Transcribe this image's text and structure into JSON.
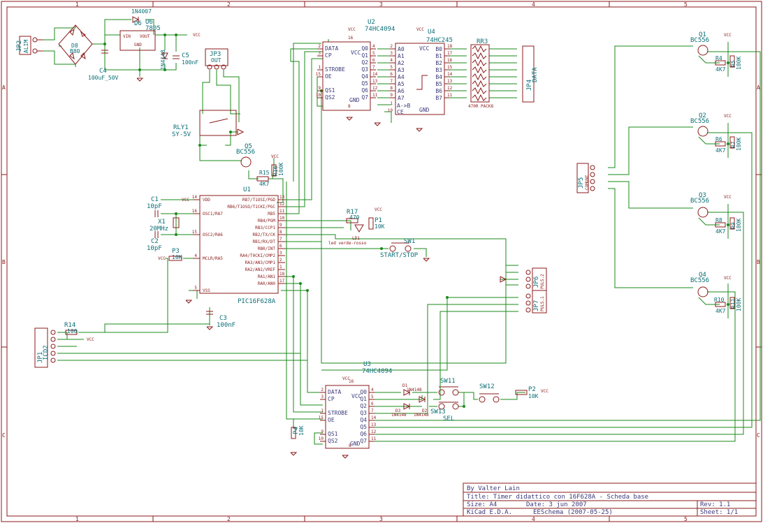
{
  "grid": {
    "top": [
      "1",
      "2",
      "3",
      "4",
      "5"
    ],
    "bottom": [
      "1",
      "2",
      "3",
      "4",
      "5"
    ],
    "left": [
      "A",
      "B",
      "C"
    ],
    "right": [
      "A",
      "B",
      "C"
    ]
  },
  "title_block": {
    "author": "By Valter Lain",
    "title": "Title: Timer didattico con 16F628A - Scheda base",
    "size": "Size: A4",
    "date": "Date: 3 jun 2007",
    "rev": "Rev: 1.1",
    "tool": "KiCad E.D.A.",
    "version": "EESchema (2007-05-25)",
    "sheet": "Sheet: 1/1"
  },
  "components": {
    "U1": {
      "ref": "U1",
      "value": "PIC16F628A",
      "left_pins": [
        [
          "16",
          "OSC1/RA7"
        ],
        [
          "15",
          "OSC2/RA6"
        ],
        [
          "4",
          "MCLR/RA5"
        ],
        [
          "14",
          "VDD"
        ],
        [
          "5",
          "VSS"
        ]
      ],
      "right_pins": [
        [
          "13",
          "RB7/T1OSI/PGD"
        ],
        [
          "12",
          "RB6/T1OSO/T1CKI/PGC"
        ],
        [
          "11",
          "RB5"
        ],
        [
          "10",
          "RB4/PGM"
        ],
        [
          "9",
          "RB3/CCP1"
        ],
        [
          "8",
          "RB2/TX/CK"
        ],
        [
          "7",
          "RB1/RX/DT"
        ],
        [
          "6",
          "RB0/INT"
        ],
        [
          "3",
          "RA4/T0CKI/CMP2"
        ],
        [
          "2",
          "RA3/AN3/CMP1"
        ],
        [
          "1",
          "RA2/AN2/VREF"
        ],
        [
          "18",
          "RA1/AN1"
        ],
        [
          "17",
          "RA0/AN0"
        ]
      ]
    },
    "U2": {
      "ref": "U2",
      "value": "74HC4094",
      "left": [
        "DATA",
        "CP",
        "STROBE",
        "OE",
        "QS1",
        "QS2"
      ],
      "left_nums": [
        "2",
        "3",
        "1",
        "15",
        "9",
        "10"
      ],
      "right": [
        "Q0",
        "Q1",
        "Q2",
        "Q3",
        "Q4",
        "Q5",
        "Q6",
        "Q7"
      ],
      "right_nums": [
        "4",
        "5",
        "6",
        "7",
        "14",
        "13",
        "12",
        "11"
      ],
      "vcc": "VCC",
      "gnd": "GND",
      "vcc_pin": "16",
      "gnd_pin": "8"
    },
    "U3": {
      "ref": "U3",
      "value": "74HC4094",
      "left": [
        "DATA",
        "CP",
        "STROBE",
        "OE",
        "QS1",
        "QS2"
      ],
      "left_nums": [
        "2",
        "3",
        "1",
        "15",
        "9",
        "10"
      ],
      "right": [
        "Q0",
        "Q1",
        "Q2",
        "Q3",
        "Q4",
        "Q5",
        "Q6",
        "Q7"
      ],
      "right_nums": [
        "4",
        "5",
        "6",
        "7",
        "14",
        "13",
        "12",
        "11"
      ],
      "vcc": "VCC",
      "gnd": "GND",
      "vcc_pin": "16",
      "gnd_pin": "8"
    },
    "U4": {
      "ref": "U4",
      "value": "74HC245",
      "left": [
        "A0",
        "A1",
        "A2",
        "A3",
        "A4",
        "A5",
        "A6",
        "A7"
      ],
      "right": [
        "B0",
        "B1",
        "B2",
        "B3",
        "B4",
        "B5",
        "B6",
        "B7"
      ],
      "left_nums": [
        "2",
        "3",
        "4",
        "5",
        "6",
        "7",
        "8",
        "9"
      ],
      "right_nums": [
        "18",
        "17",
        "16",
        "15",
        "14",
        "13",
        "12",
        "11"
      ],
      "dir": "A->B",
      "ce": "CE",
      "vcc": "VCC",
      "gnd": "GND",
      "dir_pin": "1",
      "ce_pin": "19"
    },
    "U6": {
      "ref": "U6",
      "value": "7805",
      "in_label": "VIN",
      "out_label": "VOUT",
      "gnd_label": "GND"
    },
    "D6": {
      "ref": "D6",
      "value": "1N4007"
    },
    "D5": {
      "ref": "D5",
      "value": "1N4148"
    },
    "BRIDGE": {
      "ref": "D8",
      "value": "B80"
    },
    "C4": {
      "ref": "C4",
      "value": "100uF_50V"
    },
    "C5": {
      "ref": "C5",
      "value": "100nF"
    },
    "C1": {
      "ref": "C1",
      "value": "10pF"
    },
    "C2": {
      "ref": "C2",
      "value": "10pF"
    },
    "C3": {
      "ref": "C3",
      "value": "100nF"
    },
    "X1": {
      "ref": "X1",
      "value": "20MHz"
    },
    "RLY1": {
      "ref": "RLY1",
      "value": "SY-5V"
    },
    "JP2": {
      "ref": "JP2",
      "value": "ALIM"
    },
    "JP3": {
      "ref": "JP3",
      "value": "OUT"
    },
    "JP4": {
      "ref": "JP4",
      "value": "DATA"
    },
    "JP5": {
      "ref": "JP5",
      "value": "COMUNI"
    },
    "JP6": {
      "ref": "JP6",
      "value": "PULS.2"
    },
    "JP7": {
      "ref": "JP7",
      "value": "PULS.1"
    },
    "JP1": {
      "ref": "JP1",
      "value": "ICD2"
    },
    "RR3": {
      "ref": "RR3",
      "value": "470R PACK8"
    },
    "Q5": {
      "ref": "Q5",
      "value": "BC556"
    },
    "Q1": {
      "ref": "Q1",
      "value": "BC556"
    },
    "Q2": {
      "ref": "Q2",
      "value": "BC556"
    },
    "Q3": {
      "ref": "Q3",
      "value": "BC556"
    },
    "Q4": {
      "ref": "Q4",
      "value": "BC556"
    },
    "R4": {
      "ref": "R4",
      "value": "4K7"
    },
    "R5": {
      "ref": "R5",
      "value": "100K"
    },
    "R6": {
      "ref": "R6",
      "value": "4K7"
    },
    "R7": {
      "ref": "R7",
      "value": "100K"
    },
    "R8": {
      "ref": "R8",
      "value": "4K7"
    },
    "R9": {
      "ref": "R9",
      "value": "100K"
    },
    "R10": {
      "ref": "R10",
      "value": "4K7"
    },
    "R11": {
      "ref": "R11",
      "value": "100K"
    },
    "R15": {
      "ref": "R15",
      "value": "4K7"
    },
    "R16": {
      "ref": "R16",
      "value": "100K"
    },
    "R17": {
      "ref": "R17",
      "value": "470"
    },
    "P1": {
      "ref": "P1",
      "value": "10K"
    },
    "P2": {
      "ref": "P2",
      "value": "10K"
    },
    "P3": {
      "ref": "P3",
      "value": "10K"
    },
    "P4": {
      "ref": "P4",
      "value": "10K"
    },
    "R14": {
      "ref": "R14",
      "value": "100"
    },
    "LD1": {
      "ref": "LD1",
      "value": "led verde-rosso"
    },
    "SW1": {
      "ref": "SW1",
      "value": "START/STOP"
    },
    "SW11": {
      "ref": "SW11",
      "value": ""
    },
    "SW12": {
      "ref": "SW12",
      "value": ""
    },
    "SW13": {
      "ref": "SW13",
      "value": "SEL"
    },
    "D1": {
      "ref": "D1",
      "value": "1N4148"
    },
    "D2": {
      "ref": "D2",
      "value": "1N4148"
    },
    "D3": {
      "ref": "D3",
      "value": "1N4148"
    }
  },
  "net_labels": {
    "vcc": "VCC"
  },
  "colors": {
    "frame": "#8b1a1a",
    "wire": "#1a8a1a",
    "text": "#0b6e75",
    "title": "#3a3a7a"
  }
}
